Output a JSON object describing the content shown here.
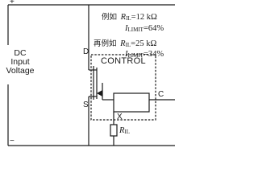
{
  "terminals": {
    "plus": "+",
    "minus": "−"
  },
  "dc_input": {
    "line1": "DC",
    "line2": "Input",
    "line3": "Voltage"
  },
  "example1": {
    "prefix": "例如",
    "r_label": "R",
    "r_sub": "IL",
    "r_value": "=12 kΩ",
    "i_label": "I",
    "i_sub": "LIMIT",
    "i_value": "=64%"
  },
  "example2": {
    "prefix": "再例如",
    "r_label": "R",
    "r_sub": "IL",
    "r_value": "=25 kΩ",
    "i_label": "I",
    "i_sub": "LIMIT",
    "i_value": "=34%"
  },
  "transistor": {
    "drain": "D",
    "source": "S"
  },
  "control_block": {
    "label": "CONTROL"
  },
  "pins": {
    "c": "C",
    "x": "X"
  },
  "resistor": {
    "label": "R",
    "sub": "IL"
  },
  "colors": {
    "line": "#1a1a1a",
    "background": "#ffffff"
  }
}
